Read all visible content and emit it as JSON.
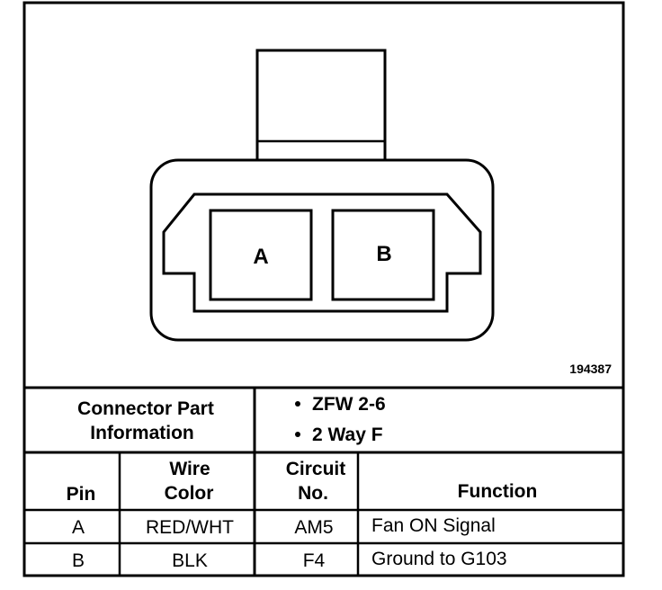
{
  "diagram": {
    "pin_labels": [
      "A",
      "B"
    ],
    "figure_number": "194387"
  },
  "connector_info": {
    "label_line1": "Connector Part",
    "label_line2": "Information",
    "items": [
      "ZFW 2-6",
      "2 Way F"
    ]
  },
  "pin_table": {
    "headers": {
      "pin": "Pin",
      "wire_color_line1": "Wire",
      "wire_color_line2": "Color",
      "circuit_line1": "Circuit",
      "circuit_line2": "No.",
      "function": "Function"
    },
    "rows": [
      {
        "pin": "A",
        "wire_color": "RED/WHT",
        "circuit": "AM5",
        "function": "Fan ON Signal"
      },
      {
        "pin": "B",
        "wire_color": "BLK",
        "circuit": "F4",
        "function": "Ground to G103"
      }
    ]
  },
  "colors": {
    "line": "#000000",
    "background": "#ffffff"
  }
}
